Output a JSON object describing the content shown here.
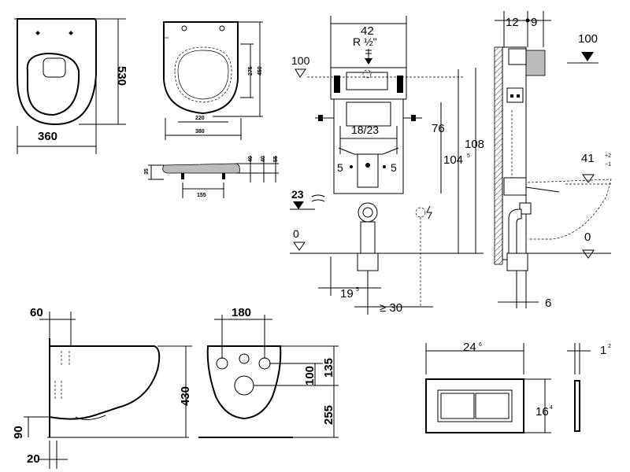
{
  "toilet_top": {
    "width": "360",
    "depth": "530"
  },
  "seat_top": {
    "width": "380",
    "depth": "450",
    "opening_length": "275",
    "opening_width": "220"
  },
  "seat_side": {
    "thickness": "35",
    "hinge_40a": "40",
    "hinge_40b": "40",
    "hinge_55": "55",
    "hinge_spacing": "155"
  },
  "frame": {
    "width": "42",
    "inlet_label": "R ½\"",
    "inlet_spacing": "18/23",
    "offset_left": "5",
    "offset_right": "5",
    "height_cistern": "100",
    "height_supply": "23",
    "floor_left": "0",
    "height_76": "76",
    "height_104_main": "104",
    "height_104_sup": "5",
    "height_108": "108",
    "bottom_19_main": "19",
    "bottom_19_sup": "5",
    "bottom_min": "≥ 30"
  },
  "side": {
    "depth_12": "12",
    "depth_9": "9",
    "height_100": "100",
    "height_41": "41",
    "tol_plus": "+2",
    "tol_minus": "−1",
    "floor": "0",
    "bottom_6": "6"
  },
  "bowl_side": {
    "rim_offset": "60",
    "height": "430",
    "outlet_height": "90",
    "bottom_offset": "20"
  },
  "bowl_front": {
    "hole_spacing": "180",
    "height_135": "135",
    "height_100": "100",
    "height_255": "255"
  },
  "plate": {
    "width_main": "24",
    "width_sup": "6",
    "height_main": "16",
    "height_sup": "4",
    "depth_main": "1",
    "depth_sup": "2"
  }
}
